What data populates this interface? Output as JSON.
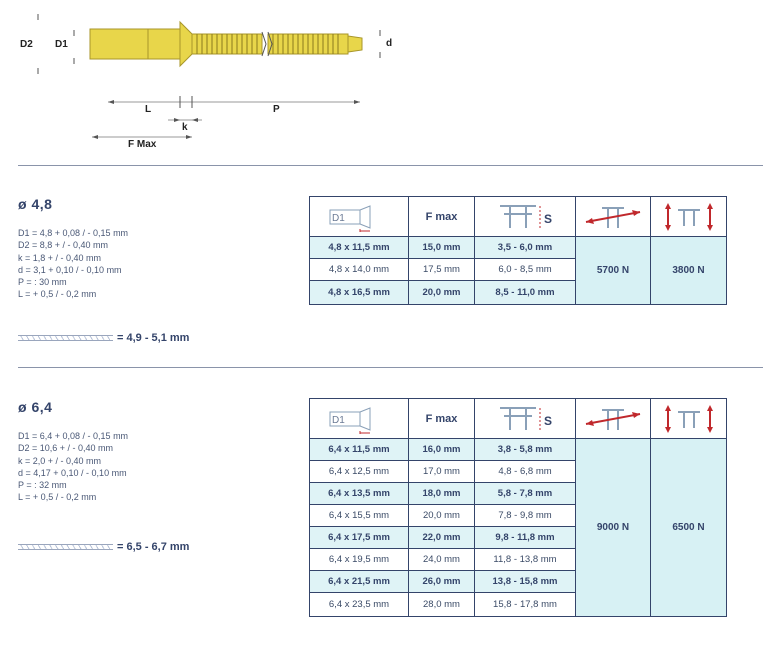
{
  "drawing": {
    "labels": {
      "d2": "D2",
      "d1": "D1",
      "d": "d",
      "l": "L",
      "p": "P",
      "k": "k",
      "fmax": "F Max"
    }
  },
  "section1": {
    "title": "ø 4,8",
    "specs": [
      "D1 = 4,8 + 0,08 / - 0,15 mm",
      "D2 = 8,8 + / - 0,40 mm",
      "k = 1,8 + / - 0,40 mm",
      "d = 3,1 + 0,10 / - 0,10 mm",
      "P = : 30 mm",
      "L = + 0,5 / - 0,2 mm"
    ],
    "drill": "= 4,9 - 5,1 mm",
    "header": {
      "d1": "D1",
      "fmax": "F max",
      "s": "S"
    },
    "rows": [
      {
        "size": "4,8 x 11,5 mm",
        "fmax": "15,0 mm",
        "s": "3,5 - 6,0 mm"
      },
      {
        "size": "4,8 x 14,0 mm",
        "fmax": "17,5 mm",
        "s": "6,0 - 8,5 mm"
      },
      {
        "size": "4,8 x 16,5 mm",
        "fmax": "20,0 mm",
        "s": "8,5 - 11,0 mm"
      }
    ],
    "shear": "5700 N",
    "tensile": "3800 N"
  },
  "section2": {
    "title": "ø 6,4",
    "specs": [
      "D1 = 6,4 + 0,08 / - 0,15 mm",
      "D2 = 10,6 + / - 0,40 mm",
      "k = 2,0 + / - 0,40 mm",
      "d = 4,17 + 0,10 / - 0,10 mm",
      "P = : 32 mm",
      "L = + 0,5 / - 0,2 mm"
    ],
    "drill": "= 6,5 - 6,7 mm",
    "header": {
      "d1": "D1",
      "fmax": "F max",
      "s": "S"
    },
    "rows": [
      {
        "size": "6,4 x 11,5 mm",
        "fmax": "16,0 mm",
        "s": "3,8 - 5,8 mm"
      },
      {
        "size": "6,4 x 12,5 mm",
        "fmax": "17,0 mm",
        "s": "4,8 - 6,8 mm"
      },
      {
        "size": "6,4 x 13,5 mm",
        "fmax": "18,0 mm",
        "s": "5,8 - 7,8 mm"
      },
      {
        "size": "6,4 x 15,5 mm",
        "fmax": "20,0 mm",
        "s": "7,8 - 9,8 mm"
      },
      {
        "size": "6,4 x 17,5 mm",
        "fmax": "22,0 mm",
        "s": "9,8 - 11,8 mm"
      },
      {
        "size": "6,4 x 19,5 mm",
        "fmax": "24,0 mm",
        "s": "11,8 - 13,8 mm"
      },
      {
        "size": "6,4 x 21,5 mm",
        "fmax": "26,0 mm",
        "s": "13,8 - 15,8 mm"
      },
      {
        "size": "6,4 x 23,5 mm",
        "fmax": "28,0 mm",
        "s": "15,8 - 17,8 mm"
      }
    ],
    "shear": "9000 N",
    "tensile": "6500 N"
  },
  "colors": {
    "rivet": "#e8d64a",
    "accent": "#34446a",
    "highlight": "#dff3f6",
    "arrow": "#c0282c"
  }
}
